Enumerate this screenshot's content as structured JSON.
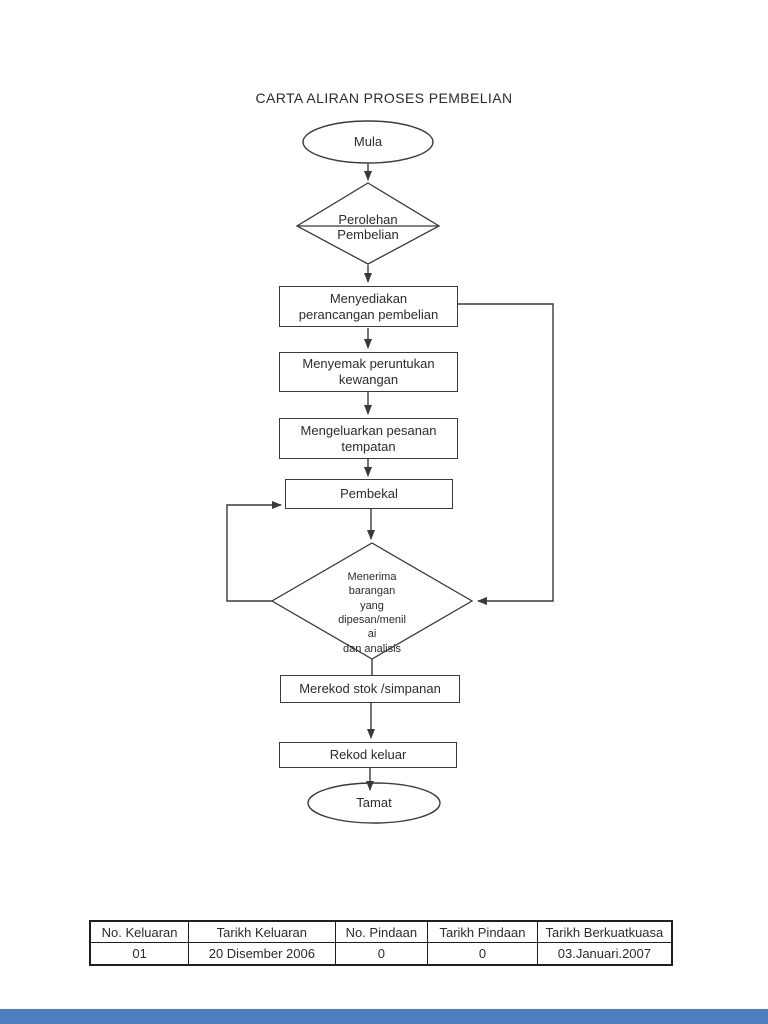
{
  "page": {
    "title": "CARTA ALIRAN PROSES PEMBELIAN"
  },
  "flowchart": {
    "nodes": {
      "start": {
        "type": "ellipse",
        "label": "Mula"
      },
      "decision1": {
        "type": "diamond",
        "label": "Perolehan\nPembelian"
      },
      "step1": {
        "type": "process",
        "label": "Menyediakan\nperancangan pembelian"
      },
      "step2": {
        "type": "process",
        "label": "Menyemak peruntukan\nkewangan"
      },
      "step3": {
        "type": "process",
        "label": "Mengeluarkan pesanan\ntempatan"
      },
      "step4": {
        "type": "process",
        "label": "Pembekal"
      },
      "decision2": {
        "type": "diamond",
        "label": "Menerima\nbarangan\nyang\ndipesan/menil\nai\ndan analisis"
      },
      "step5": {
        "type": "process",
        "label": "Merekod stok /simpanan"
      },
      "step6": {
        "type": "process",
        "label": "Rekod keluar"
      },
      "end": {
        "type": "ellipse",
        "label": "Tamat"
      }
    }
  },
  "revision_table": {
    "headers": [
      "No. Keluaran",
      "Tarikh Keluaran",
      "No. Pindaan",
      "Tarikh Pindaan",
      "Tarikh Berkuatkuasa"
    ],
    "rows": [
      [
        "01",
        "20 Disember 2006",
        "0",
        "0",
        "03.Januari.2007"
      ]
    ]
  },
  "colors": {
    "line": "#3a3a3a",
    "text": "#2b2b2b",
    "background": "#ffffff",
    "footer_bar": "#4d7fc0"
  }
}
